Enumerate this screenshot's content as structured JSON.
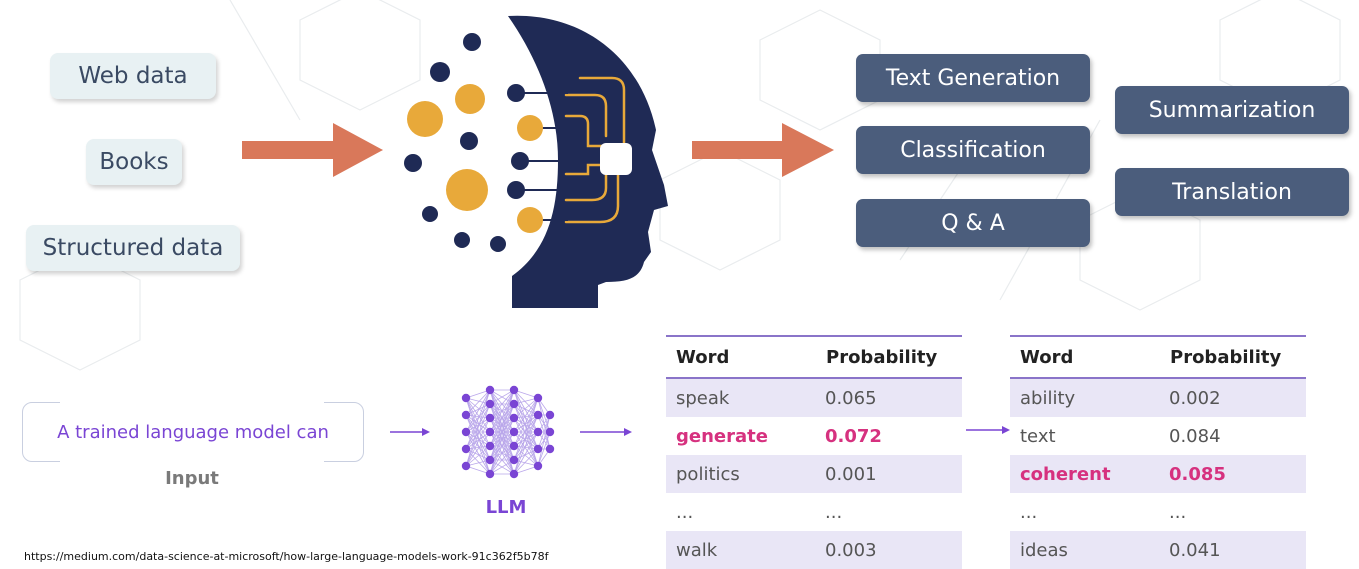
{
  "inputs": [
    "Web data",
    "Books",
    "Structured data"
  ],
  "outputs": {
    "left": [
      "Text Generation",
      "Classification",
      "Q & A"
    ],
    "right": [
      "Summarization",
      "Translation"
    ]
  },
  "pipeline": {
    "prompt": "A trained language model can",
    "input_label": "Input",
    "model_label": "LLM"
  },
  "table1": {
    "headers": [
      "Word",
      "Probability"
    ],
    "rows": [
      [
        "speak",
        "0.065"
      ],
      [
        "generate",
        "0.072"
      ],
      [
        "politics",
        "0.001"
      ],
      [
        "...",
        "..."
      ],
      [
        "walk",
        "0.003"
      ]
    ],
    "highlight_row": 1
  },
  "table2": {
    "headers": [
      "Word",
      "Probability"
    ],
    "rows": [
      [
        "ability",
        "0.002"
      ],
      [
        "text",
        "0.084"
      ],
      [
        "coherent",
        "0.085"
      ],
      [
        "...",
        "..."
      ],
      [
        "ideas",
        "0.041"
      ]
    ],
    "highlight_row": 2
  },
  "source_url": "https://medium.com/data-science-at-microsoft/how-large-language-models-work-91c362f5b78f",
  "colors": {
    "arrow": "#d9785a",
    "head": "#1f2a55",
    "node_gold": "#e8a93a",
    "task_box": "#4b5d7c",
    "source_box": "#e8f1f3",
    "purple": "#7a45d4",
    "highlight": "#d6317f"
  }
}
